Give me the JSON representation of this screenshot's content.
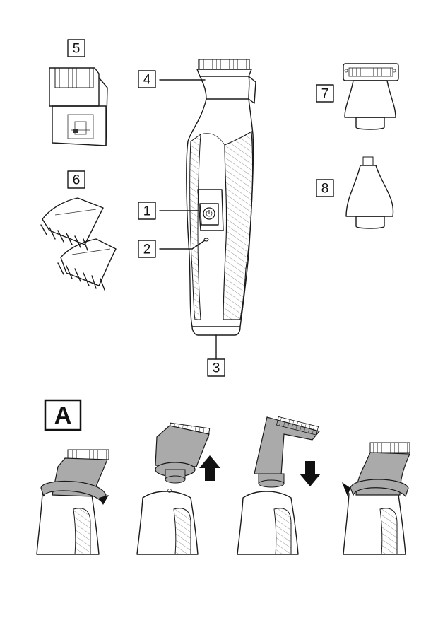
{
  "parts": {
    "1": "1",
    "2": "2",
    "3": "3",
    "4": "4",
    "5": "5",
    "6": "6",
    "7": "7",
    "8": "8"
  },
  "step_label": "A",
  "colors": {
    "line": "#1a1a1a",
    "attachment_fill": "#aaaaaa",
    "arrow_fill": "#111111",
    "background": "#ffffff"
  },
  "icons": [
    "rotate-arrow-icon",
    "arrow-up-icon",
    "arrow-down-icon",
    "rotate-arrow-reverse-icon"
  ]
}
